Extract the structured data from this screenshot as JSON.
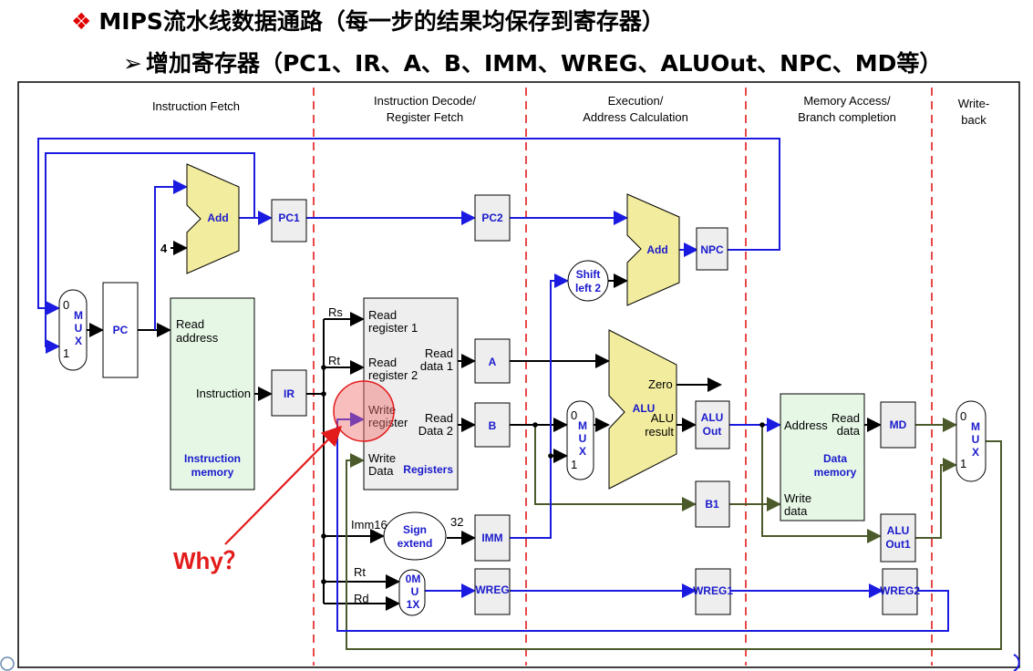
{
  "header": {
    "title": "MIPS流水线数据通路（每一步的结果均保存到寄存器）",
    "subtitle": "增加寄存器（PC1、IR、A、B、IMM、WREG、ALUOut、NPC、MD等）"
  },
  "stages": {
    "fetch": "Instruction Fetch",
    "decode_1": "Instruction Decode/",
    "decode_2": "Register Fetch",
    "exec_1": "Execution/",
    "exec_2": "Address Calculation",
    "mem_1": "Memory Access/",
    "mem_2": "Branch completion",
    "wb_1": "Write-",
    "wb_2": "back"
  },
  "blocks": {
    "add1": "Add",
    "add2": "Add",
    "four": "4",
    "pc": "PC",
    "pc1": "PC1",
    "pc2": "PC2",
    "npc": "NPC",
    "ir": "IR",
    "a": "A",
    "b": "B",
    "b1": "B1",
    "imm": "IMM",
    "wreg": "WREG",
    "wreg1": "WREG1",
    "wreg2": "WREG2",
    "alu_out_1": "ALU",
    "alu_out_2": "Out",
    "alu_out1_1": "ALU",
    "alu_out1_2": "Out1",
    "md": "MD",
    "shift_1": "Shift",
    "shift_2": "left 2",
    "sign_1": "Sign",
    "sign_2": "extend",
    "mux_m": "M",
    "mux_u": "U",
    "mux_x": "X",
    "mux_0": "0",
    "mux_1": "1",
    "imux_top": "0M",
    "imux_mid": "U",
    "imux_bot": "1X",
    "alu": "ALU",
    "alu_zero": "Zero",
    "alu_res_1": "ALU",
    "alu_res_2": "result"
  },
  "imem": {
    "read_1": "Read",
    "read_2": "address",
    "instruction": "Instruction",
    "name_1": "Instruction",
    "name_2": "memory"
  },
  "regfile": {
    "rr1_1": "Read",
    "rr1_2": "register 1",
    "rr2_1": "Read",
    "rr2_2": "register 2",
    "wr_1": "Write",
    "wr_2": "register",
    "wd_1": "Write",
    "wd_2": "Data",
    "rd1_1": "Read",
    "rd1_2": "data 1",
    "rd2_1": "Read",
    "rd2_2": "Data 2",
    "name": "Registers"
  },
  "dmem": {
    "address": "Address",
    "rd_1": "Read",
    "rd_2": "data",
    "wd_1": "Write",
    "wd_2": "data",
    "name_1": "Data",
    "name_2": "memory"
  },
  "wires": {
    "rs": "Rs",
    "rt": "Rt",
    "rt2": "Rt",
    "rd": "Rd",
    "imm16": "Imm16",
    "w32": "32"
  },
  "annotation": {
    "why": "Why？"
  },
  "colors": {
    "accent_red": "#e31b1b",
    "wire_blue": "#1a1ae0",
    "wire_green": "#4b5a2a",
    "adder_fill": "#f2ec9e",
    "mem_fill": "#e6f7e6"
  }
}
